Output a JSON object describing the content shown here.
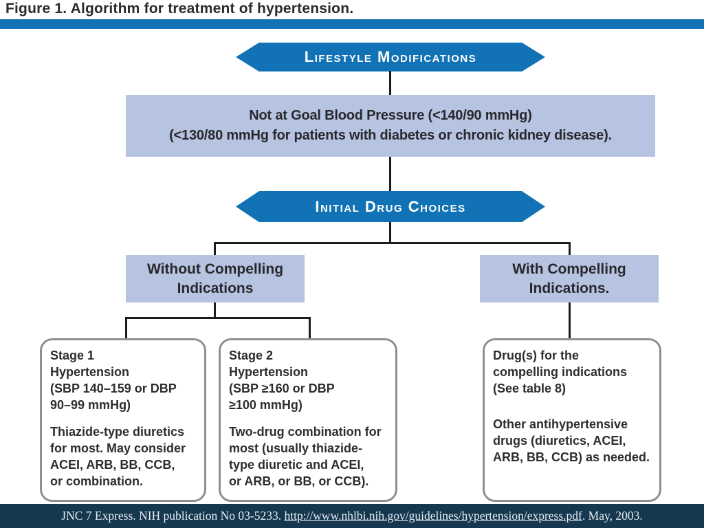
{
  "page": {
    "title": "Figure 1. Algorithm for treatment of hypertension."
  },
  "colors": {
    "accent_blue": "#1173b5",
    "light_blue": "#b6c3e1",
    "footer_navy": "#16384f",
    "connector_black": "#1c1c1c",
    "box_border_gray": "#8f8f8f",
    "text_dark": "#2d2d2d"
  },
  "flowchart": {
    "lifestyle_banner": "Lifestyle Modifications",
    "goal_box": "Not at Goal Blood Pressure (<140/90 mmHg)\n(<130/80 mmHg for patients with diabetes or chronic kidney disease).",
    "initial_drug_banner": "Initial Drug Choices",
    "without_indications": "Without Compelling\nIndications",
    "with_indications": "With Compelling\nIndications.",
    "stage1": {
      "heading": "Stage 1\nHypertension\n(SBP 140–159 or DBP\n90–99 mmHg)",
      "body": "Thiazide-type diuretics\nfor most. May consider\nACEI, ARB, BB, CCB,\nor combination."
    },
    "stage2": {
      "heading": "Stage 2\nHypertension\n(SBP ≥160 or DBP\n≥100 mmHg)",
      "body": "Two-drug combination for\nmost (usually thiazide-\ntype diuretic and ACEI,\nor ARB, or BB, or CCB)."
    },
    "compelling": {
      "heading": "Drug(s) for the\ncompelling indications\n(See table 8)",
      "body": "Other antihypertensive\ndrugs (diuretics, ACEI,\nARB, BB, CCB) as needed."
    }
  },
  "footer": {
    "prefix": "JNC 7 Express. NIH publication No 03-5233. ",
    "link": "http://www.nhlbi.nih.gov/guidelines/hypertension/express.pdf",
    "suffix": ". May, 2003."
  }
}
